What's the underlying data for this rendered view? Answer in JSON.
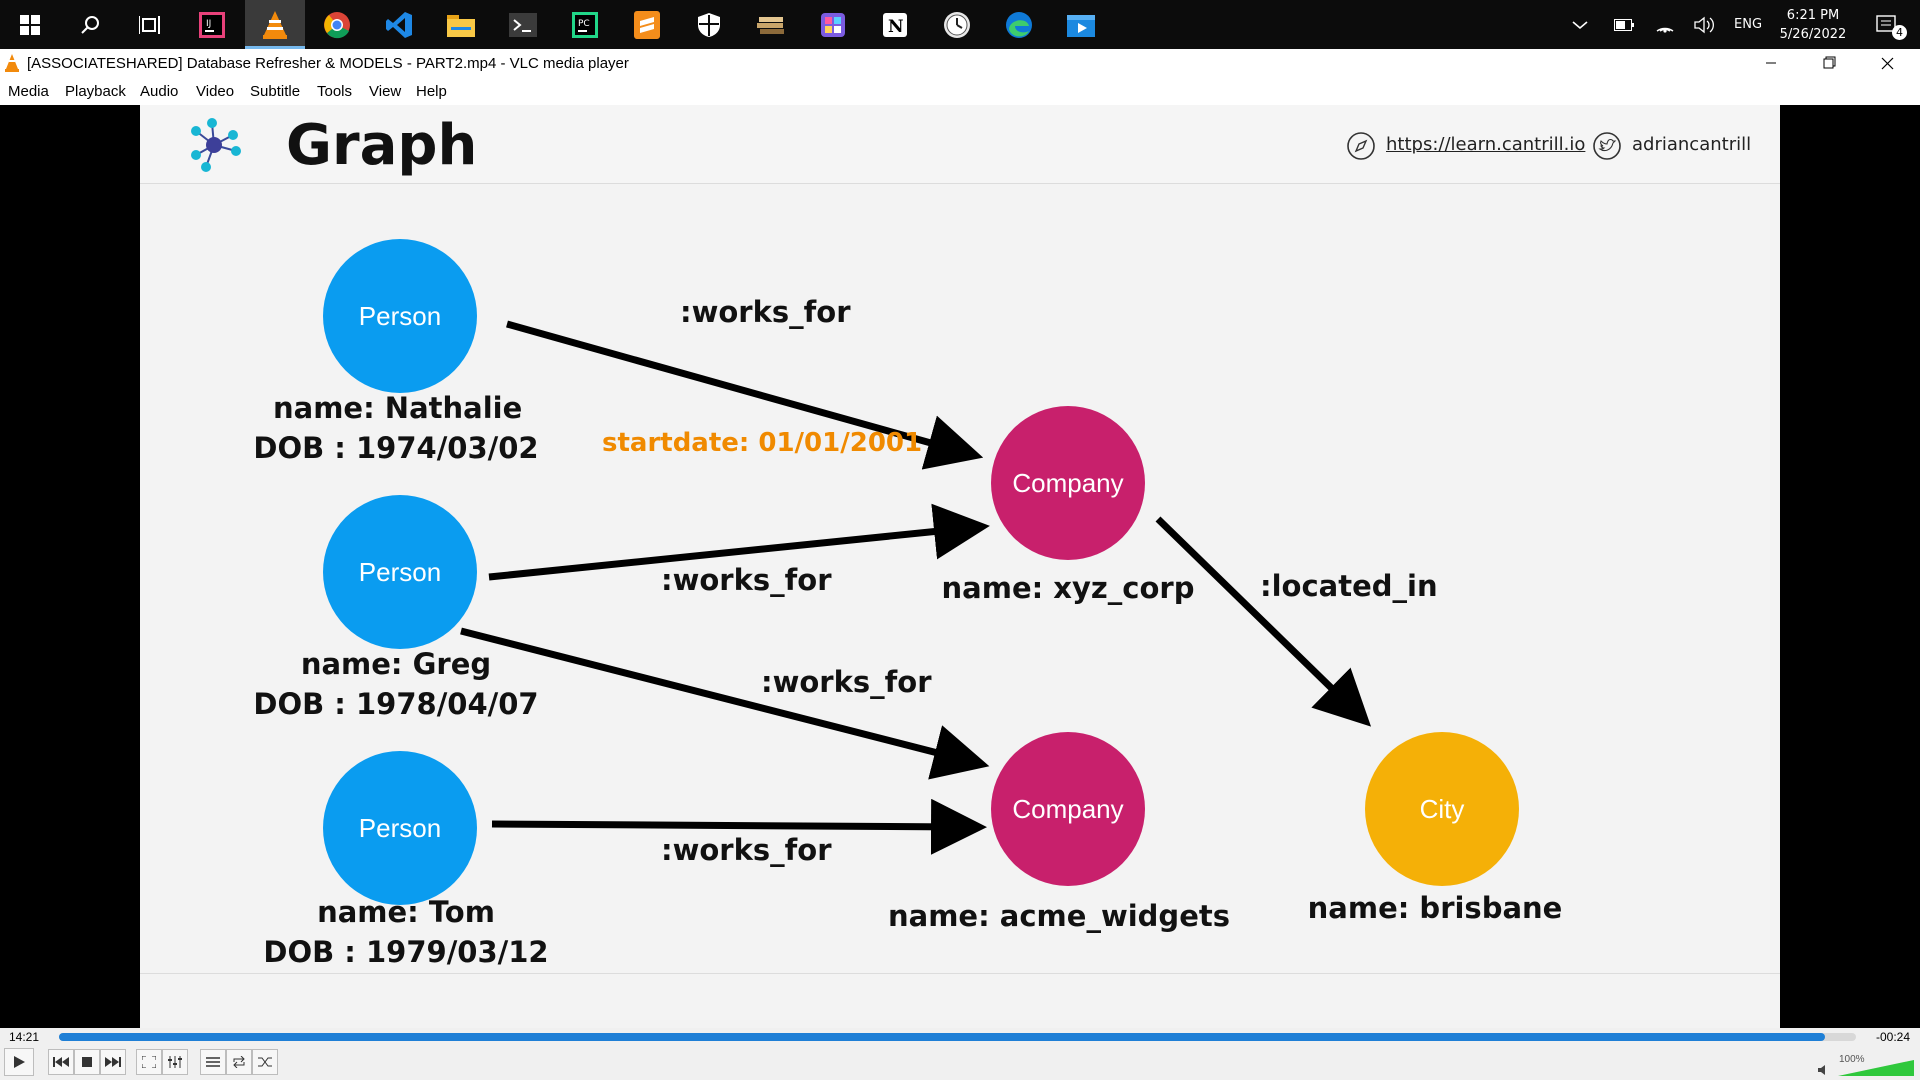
{
  "taskbar": {
    "tray": {
      "lang": "ENG",
      "time": "6:21 PM",
      "date": "5/26/2022",
      "notifications": "4"
    }
  },
  "window": {
    "title": "[ASSOCIATESHARED] Database Refresher & MODELS - PART2.mp4 - VLC media player"
  },
  "menu": [
    "Media",
    "Playback",
    "Audio",
    "Video",
    "Subtitle",
    "Tools",
    "View",
    "Help"
  ],
  "slide": {
    "title": "Graph",
    "link": "https://learn.cantrill.io",
    "handle": "adriancantrill",
    "nodes": [
      {
        "label": "Person",
        "name": "name: Nathalie",
        "dob": "DOB : 1974/03/02",
        "color": "#0a9cf0"
      },
      {
        "label": "Person",
        "name": "name: Greg",
        "dob": "DOB : 1978/04/07",
        "color": "#0a9cf0"
      },
      {
        "label": "Person",
        "name": "name: Tom",
        "dob": "DOB : 1979/03/12",
        "color": "#0a9cf0"
      },
      {
        "label": "Company",
        "name": "name: xyz_corp",
        "color": "#c8206c"
      },
      {
        "label": "Company",
        "name": "name: acme_widgets",
        "color": "#c8206c"
      },
      {
        "label": "City",
        "name": "name: brisbane",
        "color": "#f5b007"
      }
    ],
    "edges": {
      "e1": ":works_for",
      "e1_prop": "startdate: 01/01/2001",
      "e2": ":works_for",
      "e3": ":works_for",
      "e4": ":works_for",
      "e5": ":located_in"
    },
    "prop_color": "#f08a00"
  },
  "player": {
    "elapsed": "14:21",
    "remaining": "-00:24",
    "progress": 0.983,
    "volume": "100%"
  }
}
